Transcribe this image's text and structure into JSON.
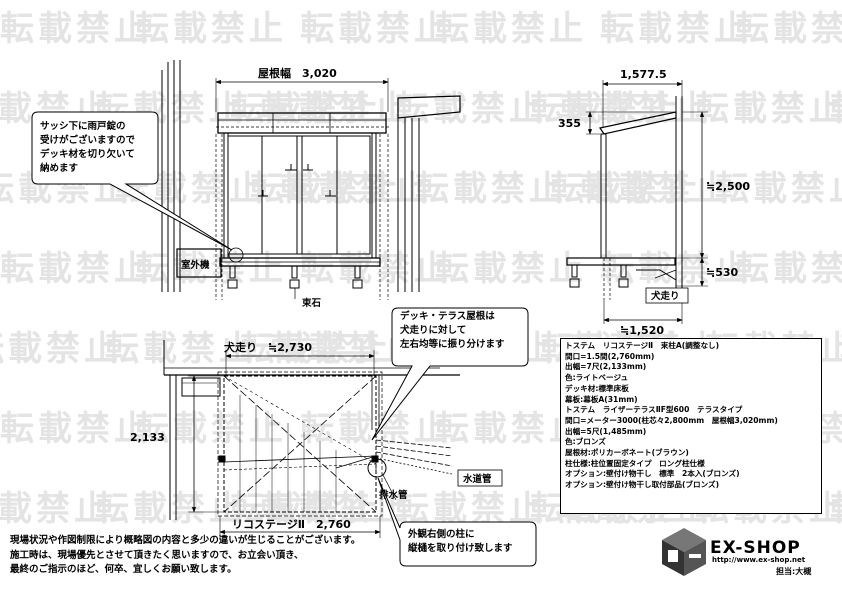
{
  "watermark": {
    "text": "転載禁止"
  },
  "front_view": {
    "roof_width_label": "屋根幅　3,020",
    "outdoor_unit_label": "室外機",
    "footing_label": "束石"
  },
  "callout_top_left": {
    "text": "サッシ下に雨戸錠の\n受けがございますので\nデッキ材を切り欠いて\n納めます"
  },
  "side_view": {
    "top_dim": "1,577.5",
    "roof_drop_dim": "355",
    "height_dim": "≒2,500",
    "deck_height_dim": "≒530",
    "projection_dim": "≒1,520",
    "inudashi_label": "犬走り"
  },
  "callout_middle": {
    "text": "デッキ・テラス屋根は\n犬走りに対して\n左右均等に振り分けます"
  },
  "plan_view": {
    "inudashi_dim": "犬走り　≒2,730",
    "depth_dim": "2,133",
    "deck_width_dim": "リコステージⅡ　2,760",
    "drain_pipe_label": "排水管",
    "water_pipe_label": "水道管"
  },
  "callout_bottom": {
    "text": "外観右側の柱に\n縦樋を取り付け致します"
  },
  "spec_lines": [
    "トステム　リコステージⅡ　束柱A(調整なし)",
    "間口=1.5間(2,760mm)",
    "出幅=7尺(2,133mm)",
    "色:ライトベージュ",
    "デッキ材:標準床板",
    "幕板:幕板A(31mm)",
    "トステム　ライザーテラスⅡF型600　テラスタイプ",
    "間口=メーター3000(柱芯々2,800mm　屋根幅3,020mm)",
    "出幅=5尺(1,485mm)",
    "色:ブロンズ",
    "屋根材:ポリカーボネート(ブラウン)",
    "柱仕様:柱位置固定タイプ　ロング柱仕様",
    "オプション:壁付け物干し　標準　2本入(ブロンズ)",
    "オプション:壁付け物干し取付部品(ブロンズ)"
  ],
  "notes": [
    "現場状況や作図制限により概略図の内容と多少の違いが生じることがございます。",
    "施工時は、現場優先とさせて頂きたく思いますので、お立会い頂き、",
    "最終のご指示のほど、何卒、宜しくお願い致します。"
  ],
  "brand": {
    "name": "EX-SHOP",
    "url": "http://www.ex-shop.net",
    "staff": "担当:大槻"
  }
}
